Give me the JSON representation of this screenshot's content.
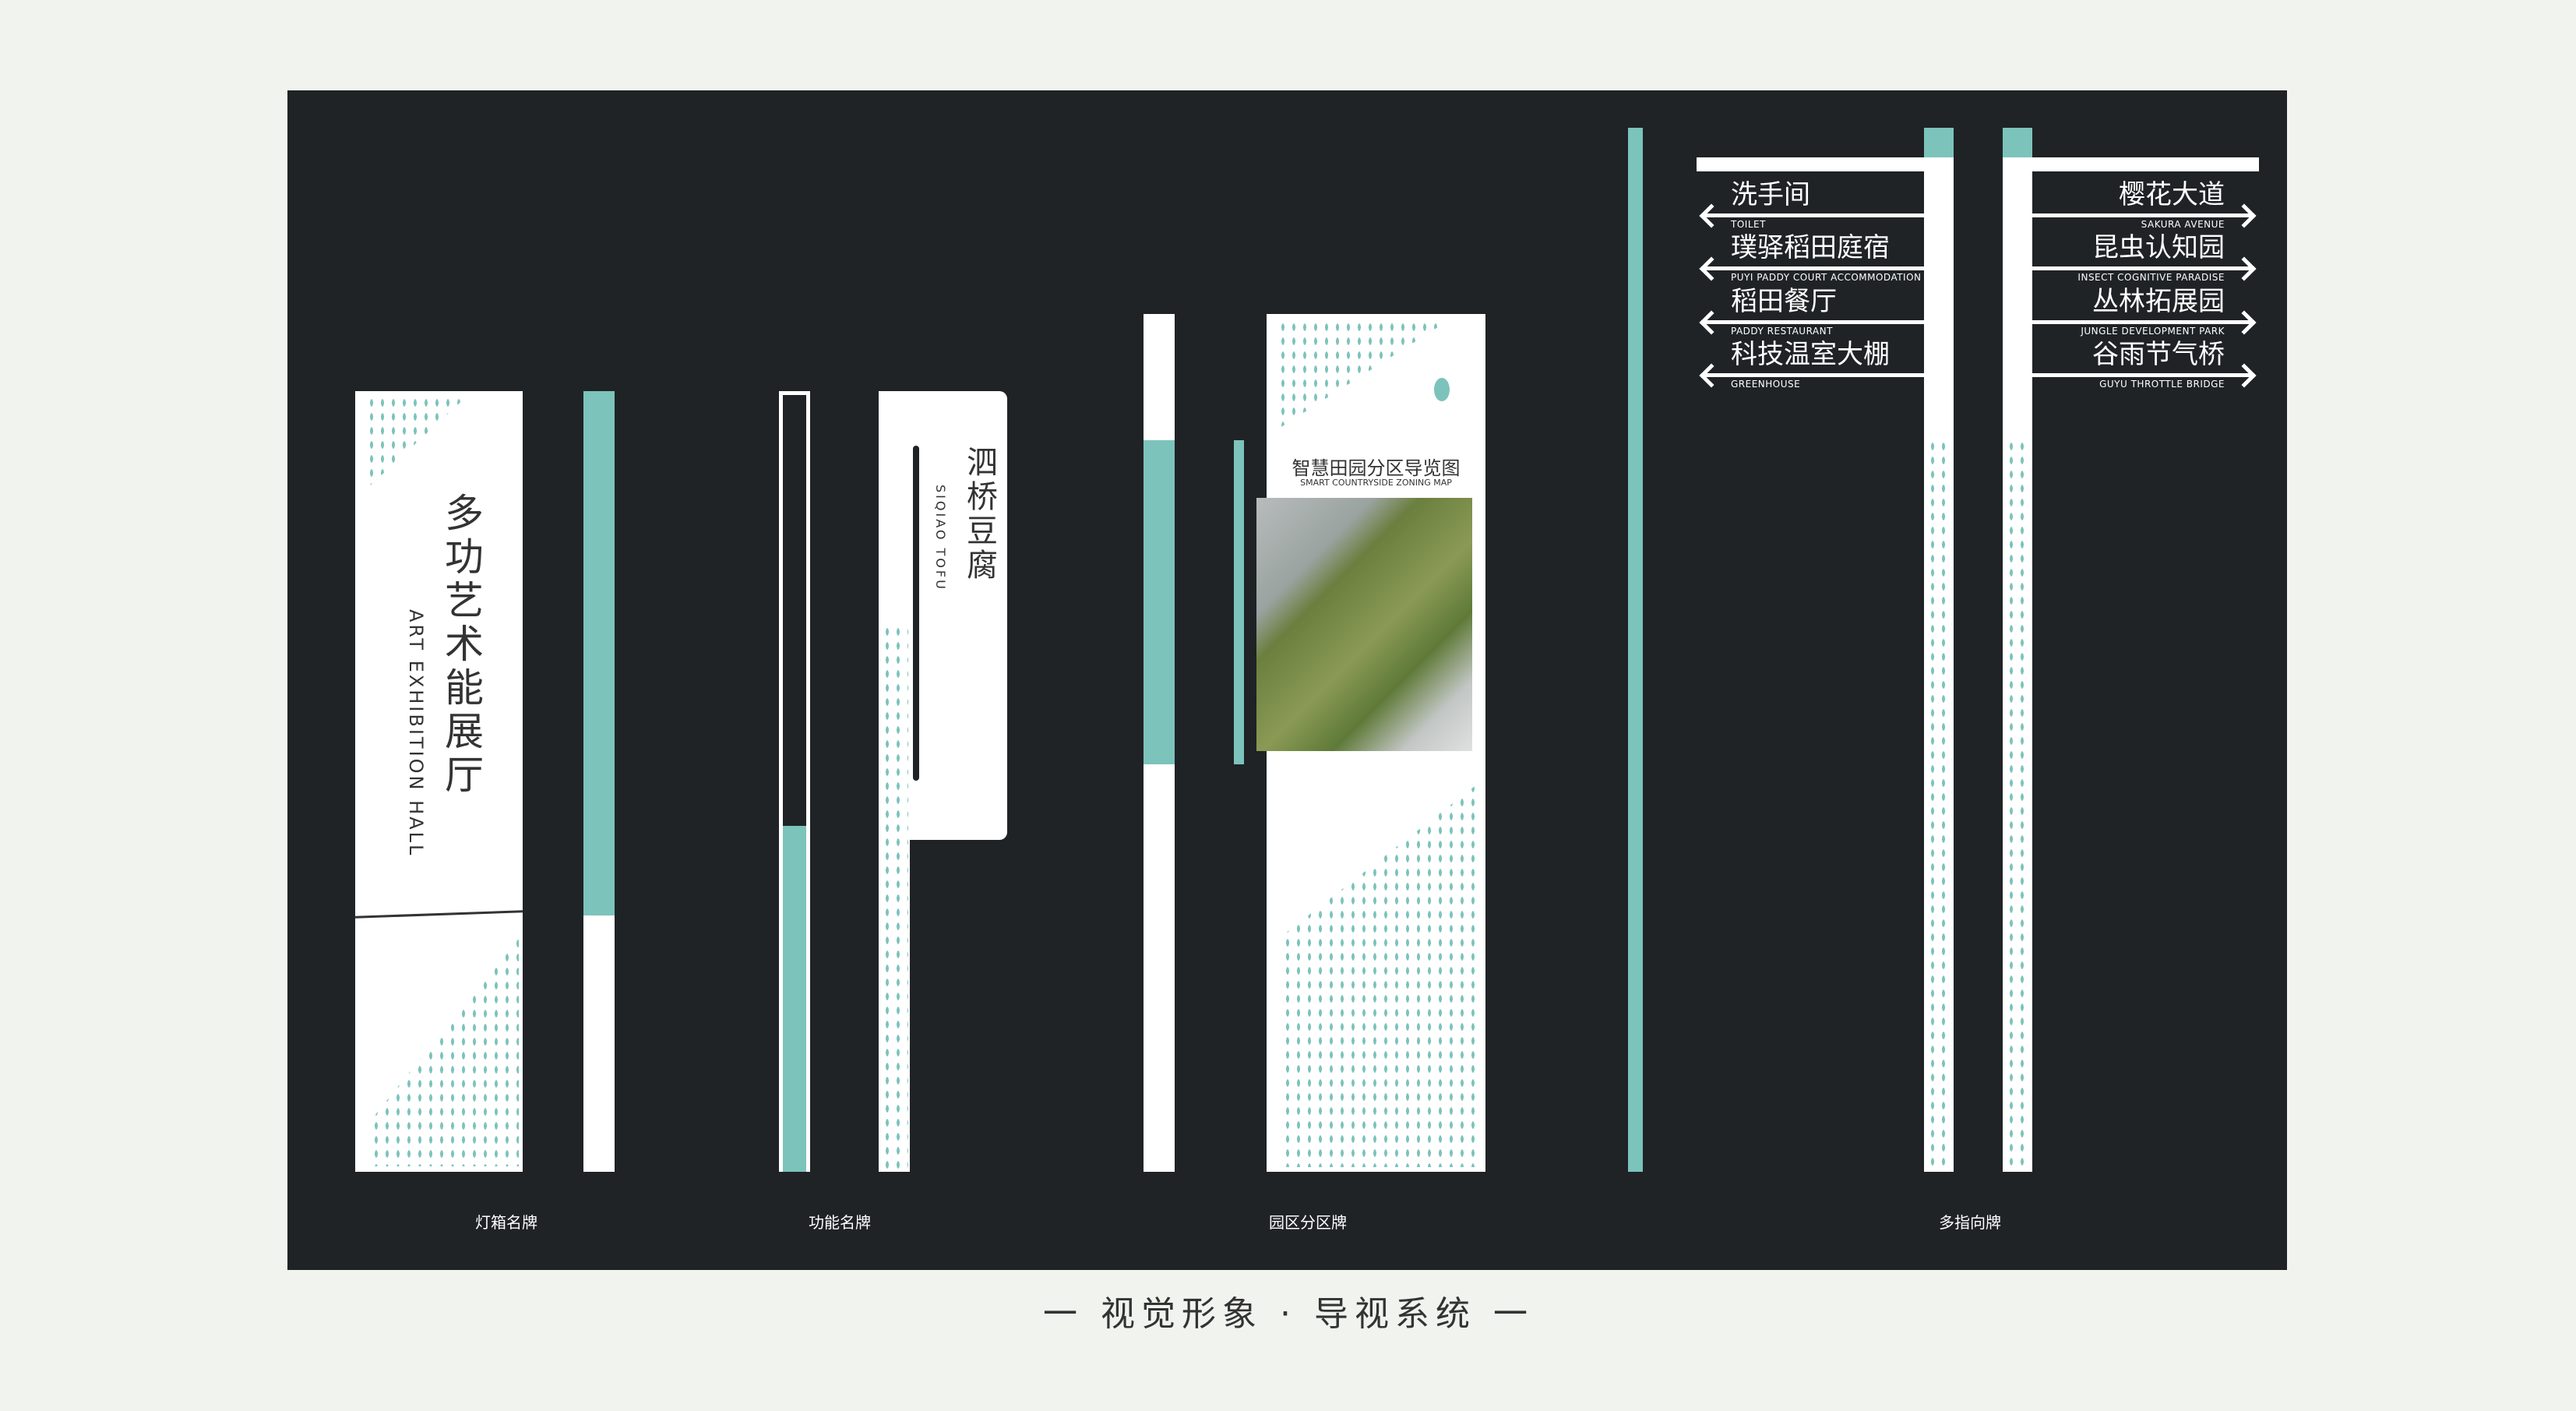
{
  "signs": {
    "lightbox": {
      "caption": "灯箱名牌",
      "title_cn": "多功艺术能展厅",
      "title_en": "ART EXHIBITION HALL"
    },
    "function": {
      "caption": "功能名牌",
      "title_cn": "泗桥豆腐",
      "title_en": "SIQIAO TOFU"
    },
    "zone": {
      "caption": "园区分区牌",
      "title_cn": "智慧田园分区导览图",
      "title_en": "SMART COUNTRYSIDE ZONING MAP"
    },
    "directional": {
      "caption": "多指向牌",
      "left": [
        {
          "cn": "洗手间",
          "en": "TOILET"
        },
        {
          "cn": "璞驿稻田庭宿",
          "en": "PUYI PADDY COURT ACCOMMODATION"
        },
        {
          "cn": "稻田餐厅",
          "en": "PADDY RESTAURANT"
        },
        {
          "cn": "科技温室大棚",
          "en": "GREENHOUSE"
        }
      ],
      "right": [
        {
          "cn": "樱花大道",
          "en": "SAKURA AVENUE"
        },
        {
          "cn": "昆虫认知园",
          "en": "INSECT COGNITIVE PARADISE"
        },
        {
          "cn": "丛林拓展园",
          "en": "JUNGLE DEVELOPMENT PARK"
        },
        {
          "cn": "谷雨节气桥",
          "en": "GUYU THROTTLE BRIDGE"
        }
      ]
    }
  },
  "footer": "一 视觉形象 · 导视系统 一",
  "colors": {
    "accent": "#7cc3bb",
    "panel": "#1f2326",
    "background": "#f1f3ee"
  }
}
